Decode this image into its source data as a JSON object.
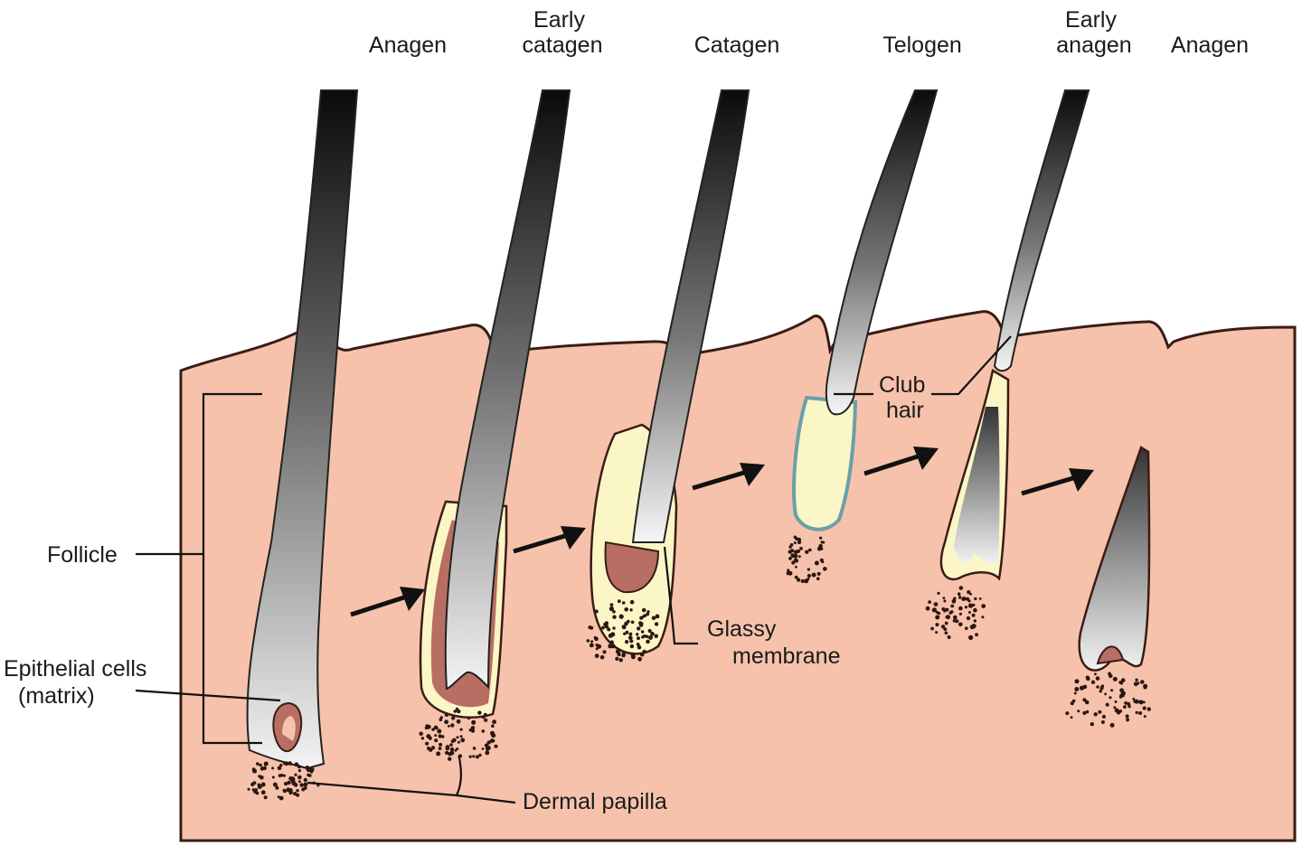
{
  "stages": [
    {
      "id": "stage-1",
      "label": "Anagen"
    },
    {
      "id": "stage-2",
      "label_lines": [
        "Early",
        "catagen"
      ]
    },
    {
      "id": "stage-3",
      "label": "Catagen"
    },
    {
      "id": "stage-4",
      "label": "Telogen"
    },
    {
      "id": "stage-5",
      "label_lines": [
        "Early",
        "anagen"
      ]
    },
    {
      "id": "stage-6",
      "label": "Anagen"
    }
  ],
  "annotations": {
    "follicle": "Follicle",
    "epithelial_cells": [
      "Epithelial cells",
      "(matrix)"
    ],
    "dermal_papilla": "Dermal papilla",
    "glassy_membrane": [
      "Glassy",
      "membrane"
    ],
    "club_hair": [
      "Club",
      "hair"
    ]
  },
  "colors": {
    "skin": "#f7c2ab",
    "skin_outline": "#3a1c16",
    "follicle_sheath": "#b86e62",
    "glassy_membrane": "#fbf6c6",
    "hair_dark": "#111111",
    "hair_light": "#f2f2f2",
    "club_outline": "#6aa0a8",
    "papilla_dots": "#2b1712"
  },
  "icons": [
    "arrow-right-icon"
  ]
}
